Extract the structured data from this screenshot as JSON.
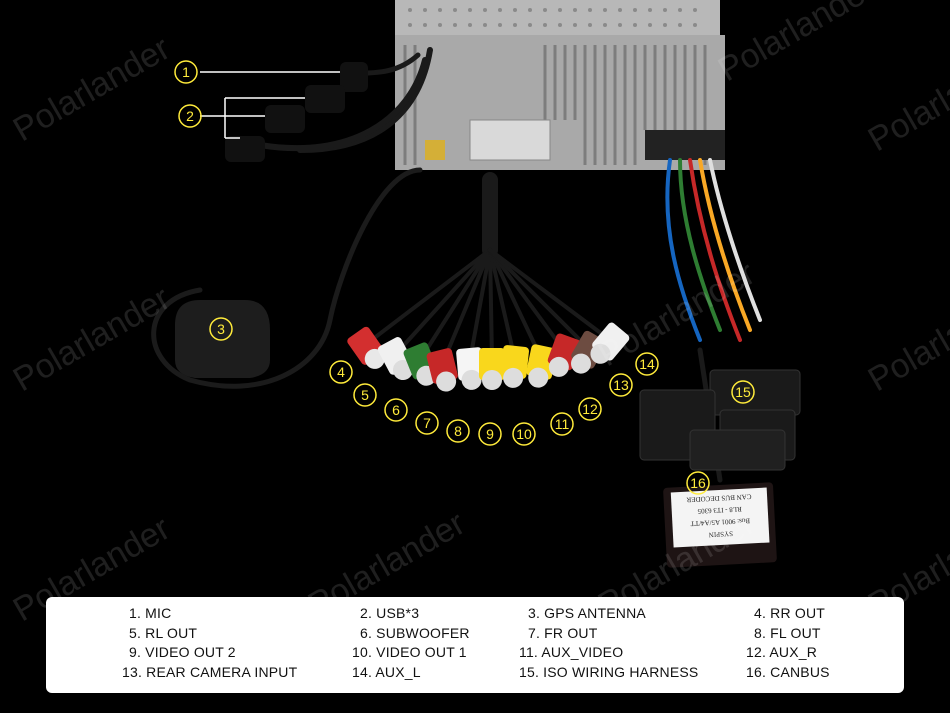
{
  "watermark": "Polarlander",
  "callouts": [
    "1",
    "2",
    "3",
    "4",
    "5",
    "6",
    "7",
    "8",
    "9",
    "10",
    "11",
    "12",
    "13",
    "14",
    "15",
    "16"
  ],
  "decoder_label": {
    "line1": "CAN BUS DECODER",
    "line2": "RL8 - IT3 6305",
    "line3": "Bus: 9001 A5/A4/TT",
    "line4": "SYSPIN"
  },
  "legend": [
    "1. MIC",
    "2. USB*3",
    "3. GPS ANTENNA",
    "4. RR OUT",
    "5. RL OUT",
    "6. SUBWOOFER",
    "7. FR OUT",
    "8. FL OUT",
    "9. VIDEO OUT 2",
    "10. VIDEO OUT 1",
    "11. AUX_VIDEO",
    "12. AUX_R",
    "13. REAR CAMERA INPUT",
    "14. AUX_L",
    "15. ISO WIRING HARNESS",
    "16. CANBUS"
  ]
}
